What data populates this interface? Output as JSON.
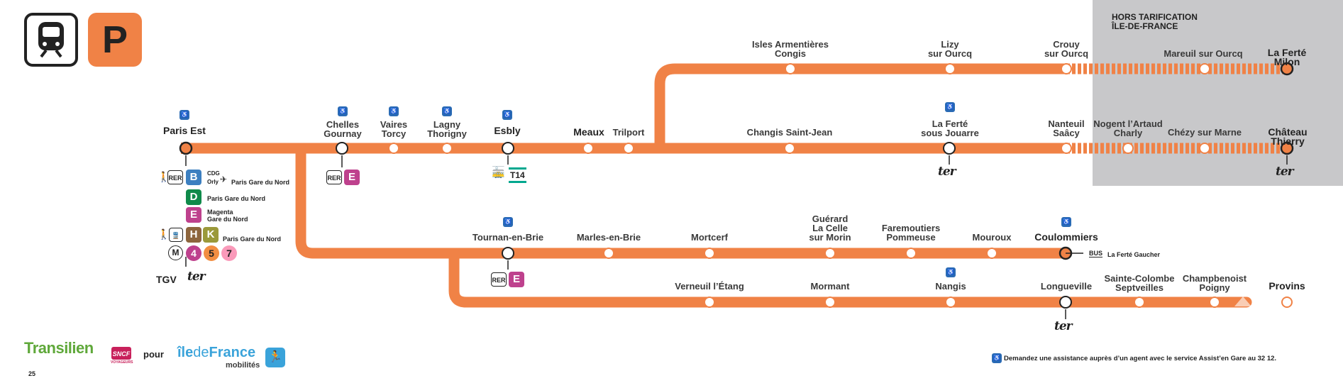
{
  "header": {
    "line_letter": "P",
    "train_icon": "train-icon"
  },
  "colors": {
    "line": "#F08246",
    "grey_zone": "#C8C8CA",
    "rer_b": "#3C7FC0",
    "rer_d": "#0F8A4A",
    "rer_e": "#BE418D",
    "h": "#8D653D",
    "k": "#9B993A",
    "m4": "#BE418D",
    "m5": "#F28E42",
    "m7": "#FA9ABA",
    "t14": "#00A88F",
    "access": "#2A6BB5"
  },
  "zone": {
    "title": "HORS TARIFICATION\nÎLE-DE-FRANCE"
  },
  "stations": {
    "paris_est": "Paris Est",
    "chelles": "Chelles\nGournay",
    "vaires": "Vaires\nTorcy",
    "lagny": "Lagny\nThorigny",
    "esbly": "Esbly",
    "meaux": "Meaux",
    "trilport": "Trilport",
    "changis": "Changis Saint-Jean",
    "ferte_jouarre": "La Ferté\nsous Jouarre",
    "nanteuil": "Nanteuil\nSaâcy",
    "nogent": "Nogent l’Artaud\nCharly",
    "chezy": "Chézy sur Marne",
    "chateau": "Château Thierry",
    "isles": "Isles Armentières\nCongis",
    "lizy": "Lizy\nsur Ourcq",
    "crouy": "Crouy\nsur Ourcq",
    "mareuil": "Mareuil sur Ourcq",
    "ferte_milon": "La Ferté Milon",
    "tournan": "Tournan-en-Brie",
    "marles": "Marles-en-Brie",
    "mortcerf": "Mortcerf",
    "guerard": "Guérard\nLa Celle\nsur Morin",
    "faremoutiers": "Faremoutiers\nPommeuse",
    "mouroux": "Mouroux",
    "coulommiers": "Coulommiers",
    "verneuil": "Verneuil l’Étang",
    "mormant": "Mormant",
    "nangis": "Nangis",
    "longueville": "Longueville",
    "sainte_colombe": "Sainte-Colombe\nSeptveilles",
    "champbenoist": "Champbenoist\nPoigny",
    "provins": "Provins"
  },
  "connections": {
    "rer": "RER",
    "b": "B",
    "d": "D",
    "e": "E",
    "h": "H",
    "k": "K",
    "m": "M",
    "m4": "4",
    "m5": "5",
    "m7": "7",
    "cdg": "CDG",
    "orly": "Orly",
    "gare_nord_1": "Paris Gare du Nord",
    "gare_nord_2": "Paris Gare du Nord",
    "magenta": "Magenta\nGare du Nord",
    "gare_nord_3": "Paris Gare du Nord",
    "tgv": "TGV",
    "ter": "ter",
    "t14": "T14",
    "bus": "BUS",
    "bus_dest": "La Ferté Gaucher"
  },
  "footer": {
    "transilien": "Transilien",
    "sncf": "SNCF",
    "voyageurs": "VOYAGEURS",
    "pour": "pour",
    "idf_ile": "île",
    "idf_de": "de",
    "idf_france": "France",
    "mobilites": "mobilités",
    "page": "25",
    "assist": "Demandez une assistance auprès d’un agent avec le service Assist’en Gare au 32 12."
  }
}
